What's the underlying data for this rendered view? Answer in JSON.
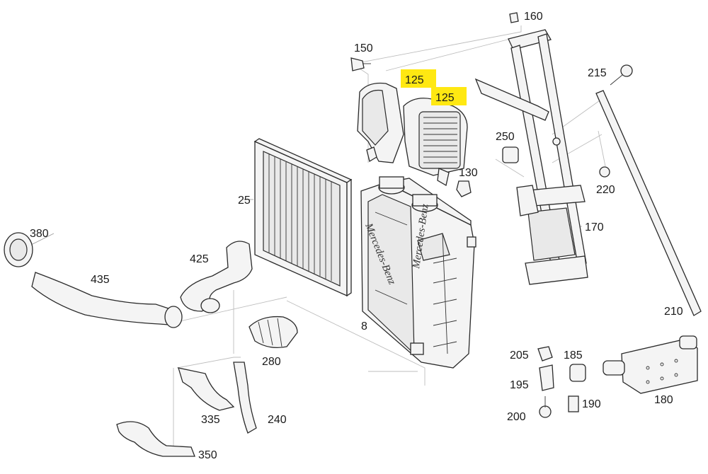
{
  "diagram": {
    "brand_text": "Mercedes-Benz",
    "callouts": [
      {
        "id": "c160",
        "text": "160"
      },
      {
        "id": "c150",
        "text": "150"
      },
      {
        "id": "c125a",
        "text": "125",
        "highlighted": true
      },
      {
        "id": "c125b",
        "text": "125",
        "highlighted": true
      },
      {
        "id": "c215",
        "text": "215"
      },
      {
        "id": "c250",
        "text": "250"
      },
      {
        "id": "c130",
        "text": "130"
      },
      {
        "id": "c220",
        "text": "220"
      },
      {
        "id": "c25",
        "text": "25"
      },
      {
        "id": "c170",
        "text": "170"
      },
      {
        "id": "c380",
        "text": "380"
      },
      {
        "id": "c425",
        "text": "425"
      },
      {
        "id": "c435",
        "text": "435"
      },
      {
        "id": "c8",
        "text": "8"
      },
      {
        "id": "c210",
        "text": "210"
      },
      {
        "id": "c280",
        "text": "280"
      },
      {
        "id": "c205",
        "text": "205"
      },
      {
        "id": "c185",
        "text": "185"
      },
      {
        "id": "c195",
        "text": "195"
      },
      {
        "id": "c190",
        "text": "190"
      },
      {
        "id": "c200",
        "text": "200"
      },
      {
        "id": "c180",
        "text": "180"
      },
      {
        "id": "c335",
        "text": "335"
      },
      {
        "id": "c240",
        "text": "240"
      },
      {
        "id": "c350",
        "text": "350"
      }
    ]
  },
  "colors": {
    "highlight": "#ffe812",
    "line": "#2a2a2a",
    "background": "#ffffff"
  }
}
